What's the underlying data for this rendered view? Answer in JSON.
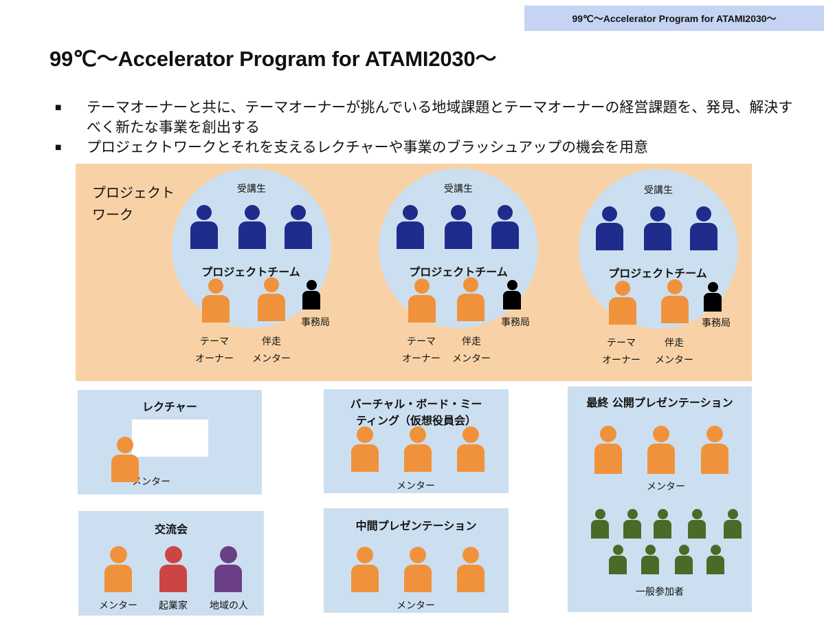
{
  "header": {
    "tag": "99℃〜Accelerator Program for ATAMI2030〜",
    "title": "99℃〜Accelerator Program for ATAMI2030〜"
  },
  "bullets": [
    "テーマオーナーと共に、テーマオーナーが挑んでいる地域課題とテーマオーナーの経営課題を、発見、解決すべく新たな事業を創出する",
    "プロジェクトワークとそれを支えるレクチャーや事業のブラッシュアップの機会を用意"
  ],
  "project_work": {
    "label": "プロジェクト\nワーク",
    "teams": [
      {
        "students_label": "受講生",
        "team_label": "プロジェクトチーム",
        "owner_label_1": "テーマ",
        "owner_label_2": "オーナー",
        "mentor_label_1": "伴走",
        "mentor_label_2": "メンター",
        "office_label": "事務局"
      },
      {
        "students_label": "受講生",
        "team_label": "プロジェクトチーム",
        "owner_label_1": "テーマ",
        "owner_label_2": "オーナー",
        "mentor_label_1": "伴走",
        "mentor_label_2": "メンター",
        "office_label": "事務局"
      },
      {
        "students_label": "受講生",
        "team_label": "プロジェクトチーム",
        "owner_label_1": "テーマ",
        "owner_label_2": "オーナー",
        "mentor_label_1": "伴走",
        "mentor_label_2": "メンター",
        "office_label": "事務局"
      }
    ]
  },
  "lecture": {
    "title": "レクチャー",
    "mentor_label": "メンター"
  },
  "exchange": {
    "title": "交流会",
    "labels": [
      "メンター",
      "起業家",
      "地域の人"
    ]
  },
  "virtual_board": {
    "title_1": "バーチャル・ボード・ミー",
    "title_2": "ティング（仮想役員会）",
    "mentor_label": "メンター"
  },
  "mid_presentation": {
    "title": "中間プレゼンテーション",
    "mentor_label": "メンター"
  },
  "final_presentation": {
    "title": "最終 公開プレゼンテーション",
    "mentor_label": "メンター",
    "public_label": "一般参加者"
  },
  "colors": {
    "student": "#1f2c8c",
    "mentor": "#f0923c",
    "office": "#000000",
    "entrepreneur": "#cc4444",
    "local": "#6a3f86",
    "public": "#4a6a28",
    "peach": "#f8d2a6",
    "lightblue": "#ccdff0",
    "tag": "#c6d4f3"
  }
}
